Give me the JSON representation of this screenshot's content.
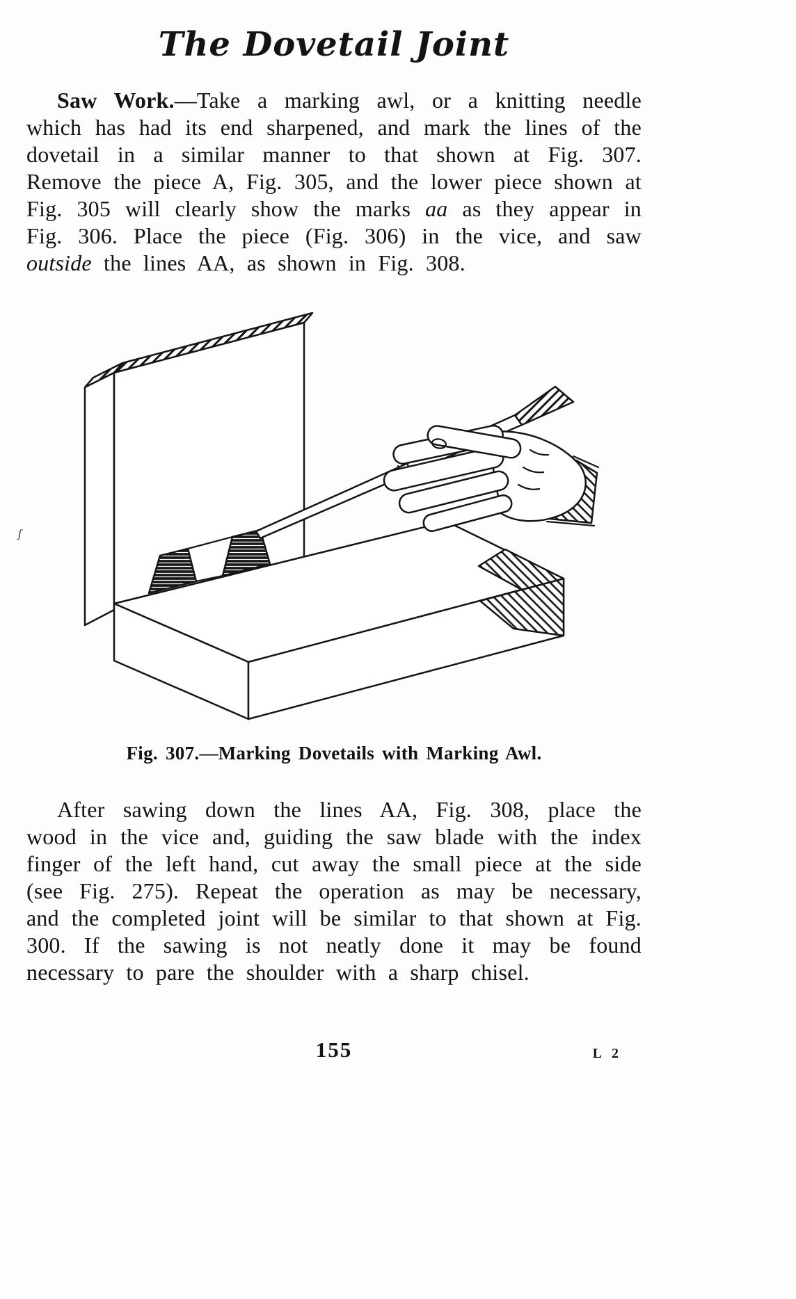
{
  "page": {
    "title": "The Dovetail Joint",
    "paragraph1": {
      "lead": "Saw Work.",
      "seg1": "—Take a marking awl, or a knitting needle which has had its end sharpened, and mark the lines of the dovetail in a similar manner to that shown at Fig. 307.  Remove the piece A, Fig. 305, and the lower piece shown at Fig. 305 will clearly show the marks ",
      "italic1": "aa",
      "seg2": " as they appear in Fig. 306.  Place the piece (Fig. 306) in the vice, and saw ",
      "italic2": "outside",
      "seg3": " the lines AA, as shown in Fig. 308."
    },
    "figure": {
      "caption": "Fig. 307.—Marking Dovetails with Marking Awl."
    },
    "paragraph2": "After sawing down the lines AA, Fig. 308, place the wood in the vice and, guiding the saw blade with the index finger of the left hand, cut away the small piece at the side (see Fig. 275).  Repeat the operation as may be necessary, and the completed joint will be similar to that shown at Fig. 300.  If the sawing is not neatly done it may be found necessary to pare the shoulder with a sharp chisel.",
    "footer": {
      "page_number": "155",
      "signature": "L 2"
    },
    "margin_mark": "ʃ",
    "colors": {
      "paper": "#fdfdfb",
      "ink": "#131313"
    }
  }
}
